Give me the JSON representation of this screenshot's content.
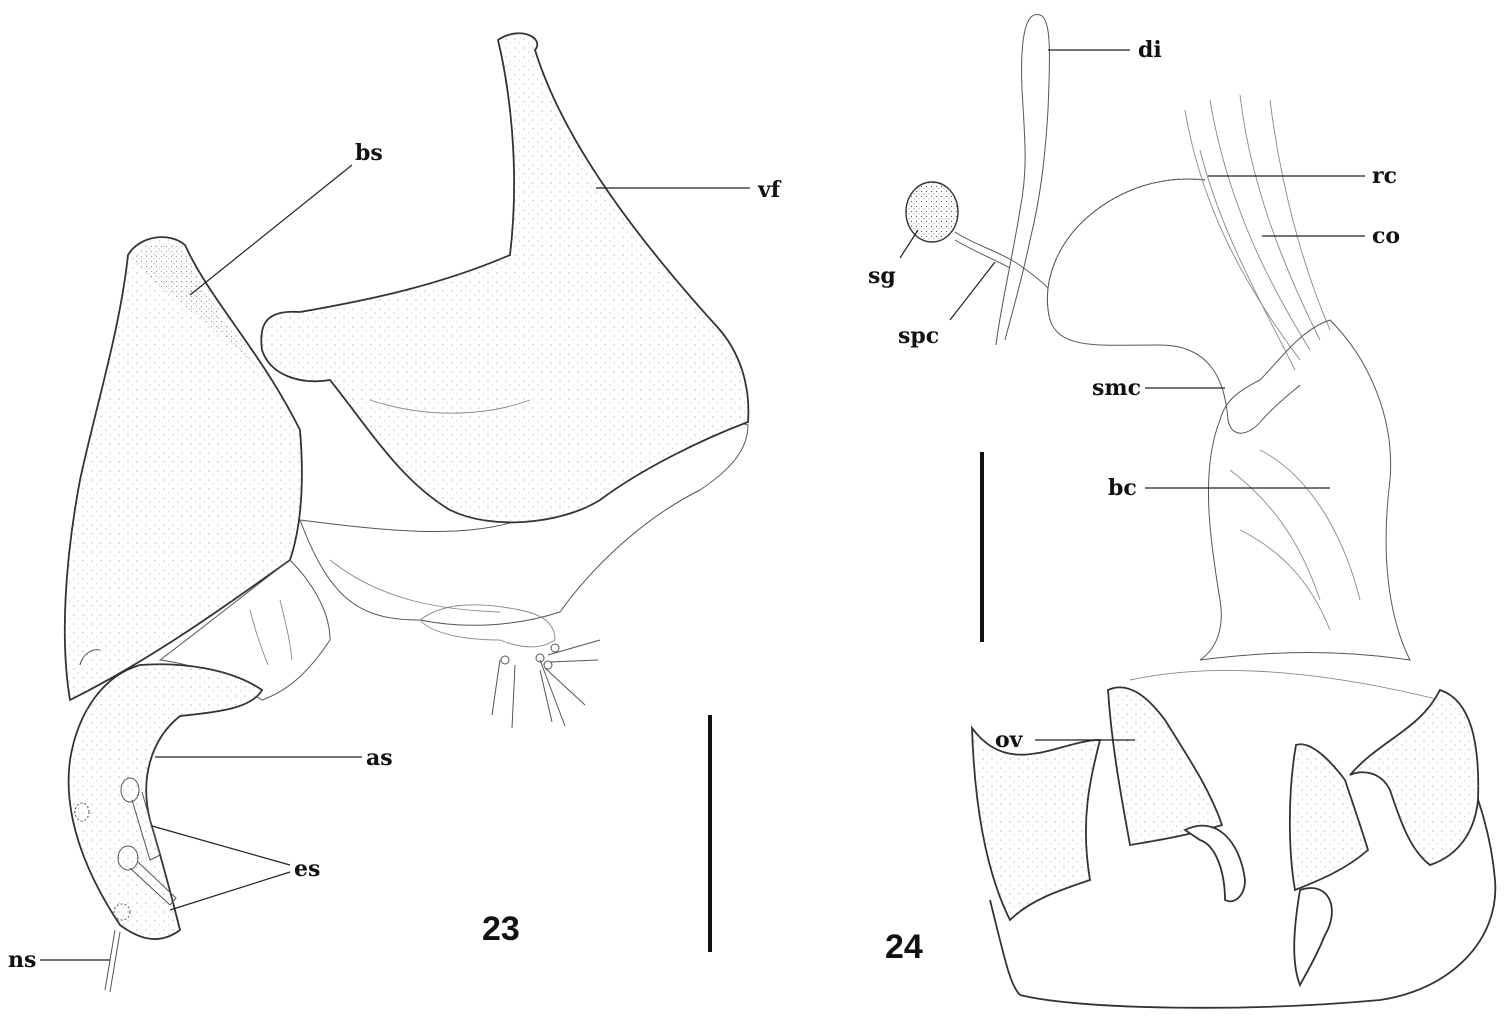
{
  "figure23": {
    "number": "23",
    "labels": {
      "bs": "bs",
      "vf": "vf",
      "as": "as",
      "es": "es",
      "ns": "ns"
    }
  },
  "figure24": {
    "number": "24",
    "labels": {
      "di": "di",
      "rc": "rc",
      "co": "co",
      "sg": "sg",
      "spc": "spc",
      "smc": "smc",
      "bc": "bc",
      "ov": "ov"
    }
  }
}
